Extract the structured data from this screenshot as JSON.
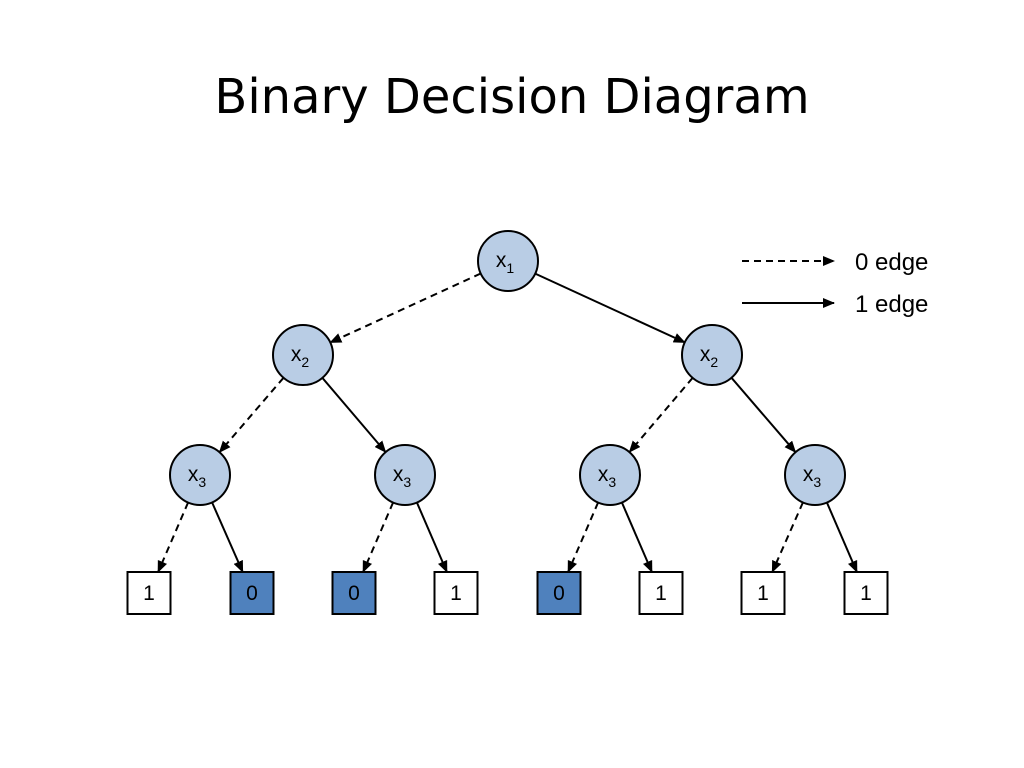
{
  "title": "Binary Decision Diagram",
  "colors": {
    "node_fill": "#b9cde5",
    "node_stroke": "#000000",
    "leaf_zero_fill": "#4f81bd",
    "leaf_one_fill": "#ffffff",
    "edge": "#000000"
  },
  "legend": [
    {
      "style": "dashed",
      "label": "0 edge"
    },
    {
      "style": "solid",
      "label": "1 edge"
    }
  ],
  "nodes": [
    {
      "id": "n1",
      "var": "x",
      "sub": "1"
    },
    {
      "id": "n2",
      "var": "x",
      "sub": "2"
    },
    {
      "id": "n3",
      "var": "x",
      "sub": "2"
    },
    {
      "id": "n4",
      "var": "x",
      "sub": "3"
    },
    {
      "id": "n5",
      "var": "x",
      "sub": "3"
    },
    {
      "id": "n6",
      "var": "x",
      "sub": "3"
    },
    {
      "id": "n7",
      "var": "x",
      "sub": "3"
    }
  ],
  "leaves": [
    {
      "id": "l1",
      "value": "1"
    },
    {
      "id": "l2",
      "value": "0"
    },
    {
      "id": "l3",
      "value": "0"
    },
    {
      "id": "l4",
      "value": "1"
    },
    {
      "id": "l5",
      "value": "0"
    },
    {
      "id": "l6",
      "value": "1"
    },
    {
      "id": "l7",
      "value": "1"
    },
    {
      "id": "l8",
      "value": "1"
    }
  ],
  "edges": [
    {
      "from": "n1",
      "to": "n2",
      "type": "0"
    },
    {
      "from": "n1",
      "to": "n3",
      "type": "1"
    },
    {
      "from": "n2",
      "to": "n4",
      "type": "0"
    },
    {
      "from": "n2",
      "to": "n5",
      "type": "1"
    },
    {
      "from": "n3",
      "to": "n6",
      "type": "0"
    },
    {
      "from": "n3",
      "to": "n7",
      "type": "1"
    },
    {
      "from": "n4",
      "to": "l1",
      "type": "0"
    },
    {
      "from": "n4",
      "to": "l2",
      "type": "1"
    },
    {
      "from": "n5",
      "to": "l3",
      "type": "0"
    },
    {
      "from": "n5",
      "to": "l4",
      "type": "1"
    },
    {
      "from": "n6",
      "to": "l5",
      "type": "0"
    },
    {
      "from": "n6",
      "to": "l6",
      "type": "1"
    },
    {
      "from": "n7",
      "to": "l7",
      "type": "0"
    },
    {
      "from": "n7",
      "to": "l8",
      "type": "1"
    }
  ]
}
